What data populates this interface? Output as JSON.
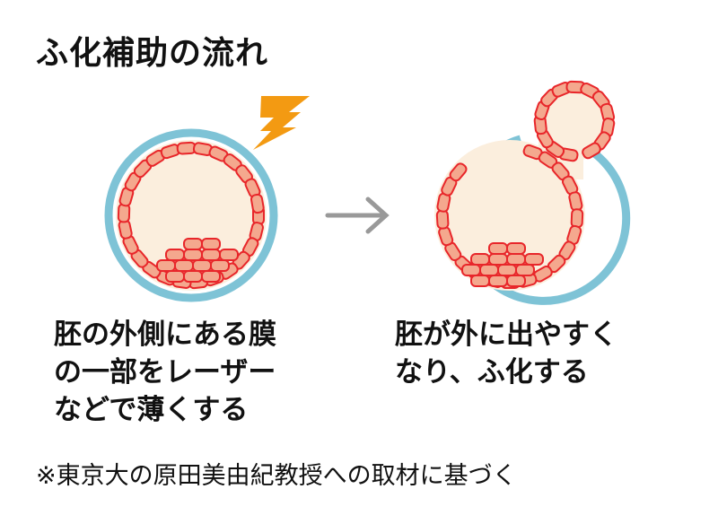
{
  "title": "ふ化補助の流れ",
  "left_caption": [
    "胚の外側にある膜",
    "の一部をレーザー",
    "などで薄くする"
  ],
  "right_caption": [
    "胚が外に出やすく",
    "なり、ふ化する"
  ],
  "footnote": "※東京大の原田美由紀教授への取材に基づく",
  "colors": {
    "membrane": "#7ec3d6",
    "cell_fill": "#f4a88e",
    "cell_stroke": "#e8262a",
    "cytoplasm": "#fbeedd",
    "laser": "#f39a12",
    "arrow": "#999999"
  }
}
